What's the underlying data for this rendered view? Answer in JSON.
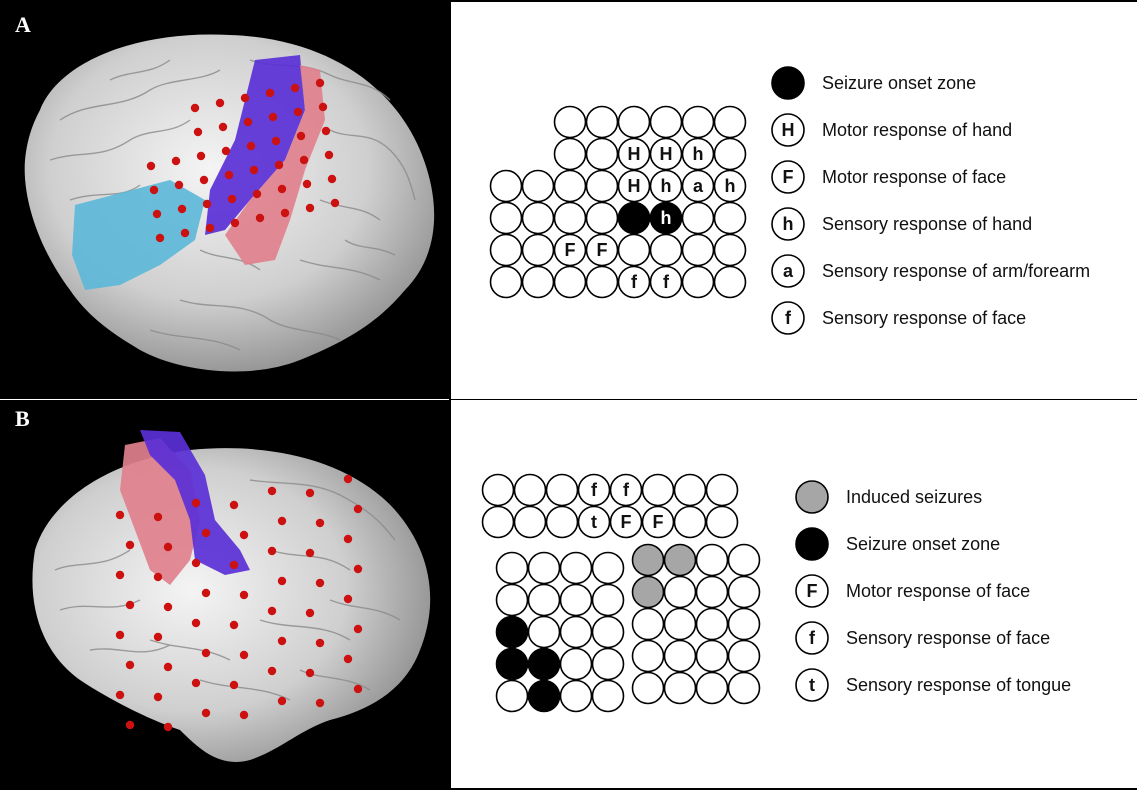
{
  "panels": {
    "a": {
      "letter": "A",
      "grid_labels": {
        "hand_motor": "H",
        "hand_sensory": "h",
        "arm_sensory": "a",
        "face_motor": "F",
        "face_sensory": "f"
      },
      "legend": [
        {
          "symbol": "",
          "fill": "#000000",
          "text": "Seizure onset zone"
        },
        {
          "symbol": "H",
          "fill": "#ffffff",
          "text": "Motor response of hand"
        },
        {
          "symbol": "F",
          "fill": "#ffffff",
          "text": "Motor response of face"
        },
        {
          "symbol": "h",
          "fill": "#ffffff",
          "text": "Sensory response of hand"
        },
        {
          "symbol": "a",
          "fill": "#ffffff",
          "text": "Sensory response of arm/forearm"
        },
        {
          "symbol": "f",
          "fill": "#ffffff",
          "text": "Sensory response of face"
        }
      ]
    },
    "b": {
      "letter": "B",
      "grid_labels": {
        "face_sensory": "f",
        "tongue_sensory": "t",
        "face_motor": "F"
      },
      "legend": [
        {
          "symbol": "",
          "fill": "#a6a6a6",
          "text": "Induced seizures"
        },
        {
          "symbol": "",
          "fill": "#000000",
          "text": "Seizure onset zone"
        },
        {
          "symbol": "F",
          "fill": "#ffffff",
          "text": "Motor response of face"
        },
        {
          "symbol": "f",
          "fill": "#ffffff",
          "text": "Sensory response of face"
        },
        {
          "symbol": "t",
          "fill": "#ffffff",
          "text": "Sensory response of tongue"
        }
      ]
    }
  },
  "colors": {
    "seizure_onset": "#000000",
    "induced_seizure": "#a6a6a6",
    "electrode_marker": "#cc1111",
    "region_blue": "#5bb8d8",
    "region_purple": "#5a2fd6",
    "region_pink": "#e0808c",
    "cortex": "#d9d9d9"
  }
}
